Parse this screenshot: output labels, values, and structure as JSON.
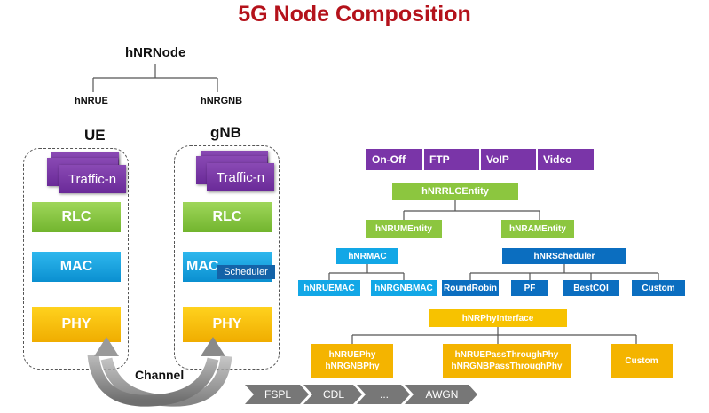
{
  "title": "5G Node Composition",
  "hierarchy": {
    "root": "hNRNode",
    "left": "hNRUE",
    "right": "hNRGNB"
  },
  "ue": {
    "heading": "UE",
    "traffic": "Traffic-n",
    "rlc": "RLC",
    "mac": "MAC",
    "phy": "PHY"
  },
  "gnb": {
    "heading": "gNB",
    "traffic": "Traffic-n",
    "rlc": "RLC",
    "mac": "MAC",
    "scheduler": "Scheduler",
    "phy": "PHY"
  },
  "channel": {
    "label": "Channel",
    "models": [
      "FSPL",
      "CDL",
      "...",
      "AWGN"
    ]
  },
  "apps": [
    "On-Off",
    "FTP",
    "VoIP",
    "Video"
  ],
  "rlc_tree": {
    "root": "hNRRLCEntity",
    "um": "hNRUMEntity",
    "am": "hNRAMEntity"
  },
  "mac_tree": {
    "root": "hNRMAC",
    "ue": "hNRUEMAC",
    "gnb": "hNRGNBMAC"
  },
  "scheduler_tree": {
    "root": "hNRScheduler",
    "items": [
      "RoundRobin",
      "PF",
      "BestCQI",
      "Custom"
    ]
  },
  "phy_tree": {
    "root": "hNRPhyInterface",
    "ue_phy": "hNRUEPhy",
    "gnb_phy": "hNRGNBPhy",
    "ue_pass": "hNRUEPassThroughPhy",
    "gnb_pass": "hNRGNBPassThroughPhy",
    "custom": "Custom"
  },
  "colors": {
    "title": "#b4121b",
    "purple": "#7a35a8",
    "green": "#8cc63f",
    "blue": "#1aa3e3",
    "yellow": "#f7c200",
    "scheduler_blue": "#0b6ec0",
    "orange": "#f4b400"
  }
}
